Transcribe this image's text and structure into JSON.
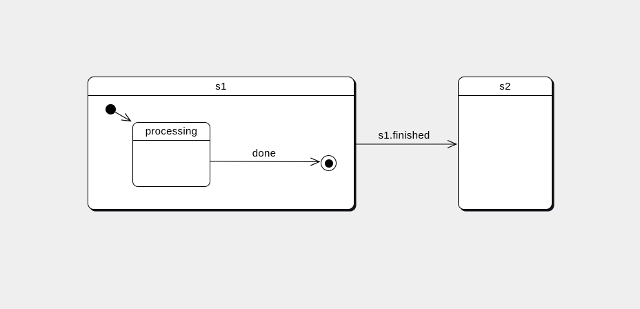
{
  "canvas": {
    "background": "#efefef"
  },
  "colors": {
    "stroke": "#000000",
    "state_fill": "#ffffff",
    "shadow": "#15151e",
    "text": "#000000"
  },
  "states": {
    "s1": {
      "label": "s1"
    },
    "processing": {
      "label": "processing"
    },
    "s2": {
      "label": "s2"
    }
  },
  "pseudostates": {
    "initial": {
      "icon": "initial-state-filled-dot"
    },
    "final": {
      "icon": "final-state-ringed-dot"
    }
  },
  "transitions": {
    "initial_to_processing": {
      "label": ""
    },
    "processing_to_final": {
      "label": "done"
    },
    "s1_to_s2": {
      "label": "s1.finished"
    }
  }
}
